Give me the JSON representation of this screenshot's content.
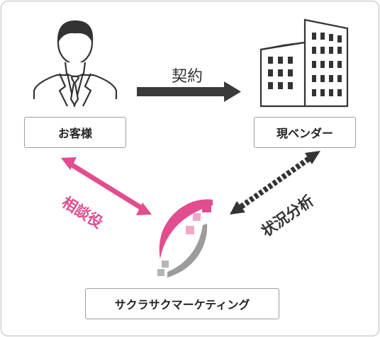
{
  "customer": {
    "label": "お客様"
  },
  "vendor": {
    "label": "現ベンダー"
  },
  "company": {
    "label": "サクラサクマーケティング"
  },
  "arrows": {
    "contract": "契約",
    "consult": "相談役",
    "analysis": "状況分析"
  },
  "colors": {
    "pink": "#e14d8f",
    "dark": "#3a3a3a",
    "gray": "#9c9c9c"
  },
  "icons": {
    "customer": "businessman-icon",
    "vendor": "office-building-icon",
    "company": "sakura-logo-icon"
  }
}
